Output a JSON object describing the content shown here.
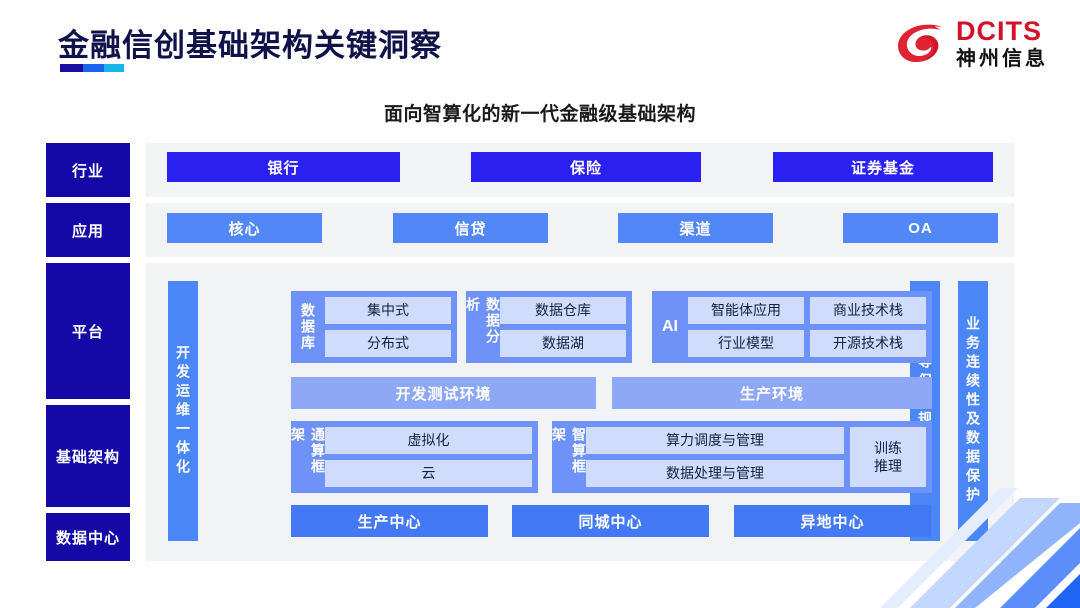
{
  "header": {
    "title": "金融信创基础架构关键洞察",
    "logo": {
      "en": "DCITS",
      "cn": "神州信息",
      "mark": "dcits-swoosh-icon"
    }
  },
  "subtitle": "面向智算化的新一代金融级基础架构",
  "colors": {
    "navy": "#1409a6",
    "bright_blue": "#2a21f0",
    "app_blue": "#5287f7",
    "group_blue": "#6f92f8",
    "cell_blue": "#cfdcfb",
    "env_blue": "#8fa8f5",
    "panel_gray": "#f2f3f5",
    "logo_red": "#d3122a"
  },
  "sidebar": {
    "items": [
      {
        "label": "行业"
      },
      {
        "label": "应用"
      },
      {
        "label": "平台"
      },
      {
        "label": "基础架构"
      },
      {
        "label": "数据中心"
      }
    ]
  },
  "industry_row": {
    "items": [
      {
        "label": "银行"
      },
      {
        "label": "保险"
      },
      {
        "label": "证券基金"
      }
    ]
  },
  "application_row": {
    "items": [
      {
        "label": "核心"
      },
      {
        "label": "信贷"
      },
      {
        "label": "渠道"
      },
      {
        "label": "OA"
      }
    ]
  },
  "left_vbar": {
    "label": "开发运维一体化"
  },
  "right_vbars": [
    {
      "label": "等保合规安全"
    },
    {
      "label": "业务连续性及数据保护"
    }
  ],
  "platform": {
    "database": {
      "title": "数据库",
      "cells": [
        "集中式",
        "分布式"
      ]
    },
    "analytics": {
      "title": "数据分析",
      "cells": [
        "数据仓库",
        "数据湖"
      ]
    },
    "ai": {
      "tag": "AI",
      "col1": [
        "智能体应用",
        "行业模型"
      ],
      "col2": [
        "商业技术栈",
        "开源技术栈"
      ]
    },
    "environments": [
      {
        "label": "开发测试环境"
      },
      {
        "label": "生产环境"
      }
    ]
  },
  "infrastructure": {
    "general_compute": {
      "title": "通算框架",
      "cells": [
        "虚拟化",
        "云"
      ]
    },
    "intelligent_compute": {
      "title": "智算框架",
      "cells": [
        "算力调度与管理",
        "数据处理与管理"
      ],
      "side_cell": "训练\n推理"
    }
  },
  "datacenter_row": {
    "items": [
      {
        "label": "生产中心"
      },
      {
        "label": "同城中心"
      },
      {
        "label": "异地中心"
      }
    ]
  }
}
